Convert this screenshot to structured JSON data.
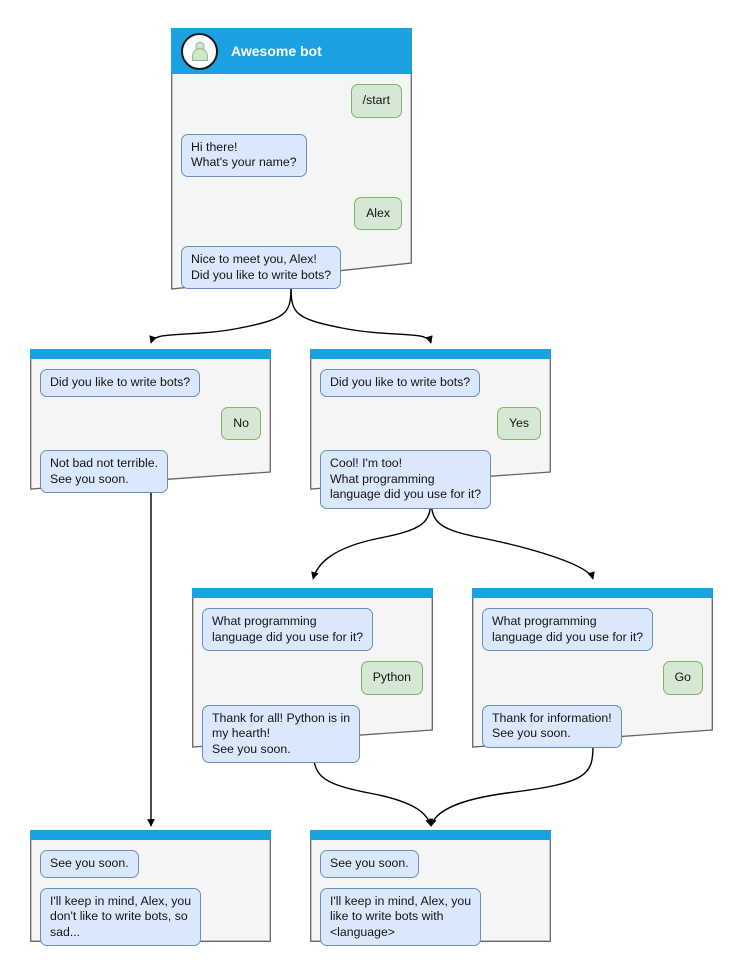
{
  "diagram": {
    "type": "bot-conversation-flowchart",
    "header_color": "#1ba1e2",
    "bot_bubble_fill": "#dae8fc",
    "bot_bubble_border": "#6c8ebf",
    "user_bubble_fill": "#d5e8d4",
    "user_bubble_border": "#82b366",
    "screen_fill": "#f5f5f5",
    "screen_border": "#666666",
    "edge_color": "#000000"
  },
  "nodes": {
    "start": {
      "title": "Awesome bot",
      "avatar_icon": "person-avatar-icon",
      "messages": [
        {
          "side": "right",
          "role": "user",
          "text": "/start"
        },
        {
          "side": "left",
          "role": "bot",
          "text": "Hi there!\nWhat's your name?"
        },
        {
          "side": "right",
          "role": "user",
          "text": "Alex"
        },
        {
          "side": "left",
          "role": "bot",
          "text": "Nice to meet you, Alex!\nDid you like to write bots?"
        }
      ]
    },
    "no_branch": {
      "messages": [
        {
          "side": "left",
          "role": "bot",
          "text": "Did you like to write bots?"
        },
        {
          "side": "right",
          "role": "user",
          "text": "No"
        },
        {
          "side": "left",
          "role": "bot",
          "text": "Not bad not terrible.\nSee you soon."
        }
      ]
    },
    "yes_branch": {
      "messages": [
        {
          "side": "left",
          "role": "bot",
          "text": "Did you like to write bots?"
        },
        {
          "side": "right",
          "role": "user",
          "text": "Yes"
        },
        {
          "side": "left",
          "role": "bot",
          "text": "Cool! I'm too!\nWhat programming\nlanguage did you use for it?"
        }
      ]
    },
    "python_branch": {
      "messages": [
        {
          "side": "left",
          "role": "bot",
          "text": "What programming\nlanguage did you use for it?"
        },
        {
          "side": "right",
          "role": "user",
          "text": "Python"
        },
        {
          "side": "left",
          "role": "bot",
          "text": "Thank for all! Python is in\nmy hearth!\nSee you soon."
        }
      ]
    },
    "go_branch": {
      "messages": [
        {
          "side": "left",
          "role": "bot",
          "text": "What programming\nlanguage did you use for it?"
        },
        {
          "side": "right",
          "role": "user",
          "text": "Go"
        },
        {
          "side": "left",
          "role": "bot",
          "text": "Thank for information!\nSee you soon."
        }
      ]
    },
    "end_sad": {
      "messages": [
        {
          "side": "left",
          "role": "bot",
          "text": "See you soon."
        },
        {
          "side": "left",
          "role": "bot",
          "text": "I'll keep in mind, Alex, you\ndon't like to write bots, so\nsad..."
        }
      ]
    },
    "end_happy": {
      "messages": [
        {
          "side": "left",
          "role": "bot",
          "text": "See you soon."
        },
        {
          "side": "left",
          "role": "bot",
          "text": "I'll keep in mind, Alex, you\nlike to write bots with\n<language>"
        }
      ]
    }
  },
  "edges": [
    {
      "from": "start",
      "to": "no_branch",
      "style": "curved"
    },
    {
      "from": "start",
      "to": "yes_branch",
      "style": "curved"
    },
    {
      "from": "no_branch",
      "to": "end_sad",
      "style": "straight"
    },
    {
      "from": "yes_branch",
      "to": "python_branch",
      "style": "curved"
    },
    {
      "from": "yes_branch",
      "to": "go_branch",
      "style": "curved"
    },
    {
      "from": "python_branch",
      "to": "end_happy",
      "style": "curved"
    },
    {
      "from": "go_branch",
      "to": "end_happy",
      "style": "curved"
    }
  ]
}
